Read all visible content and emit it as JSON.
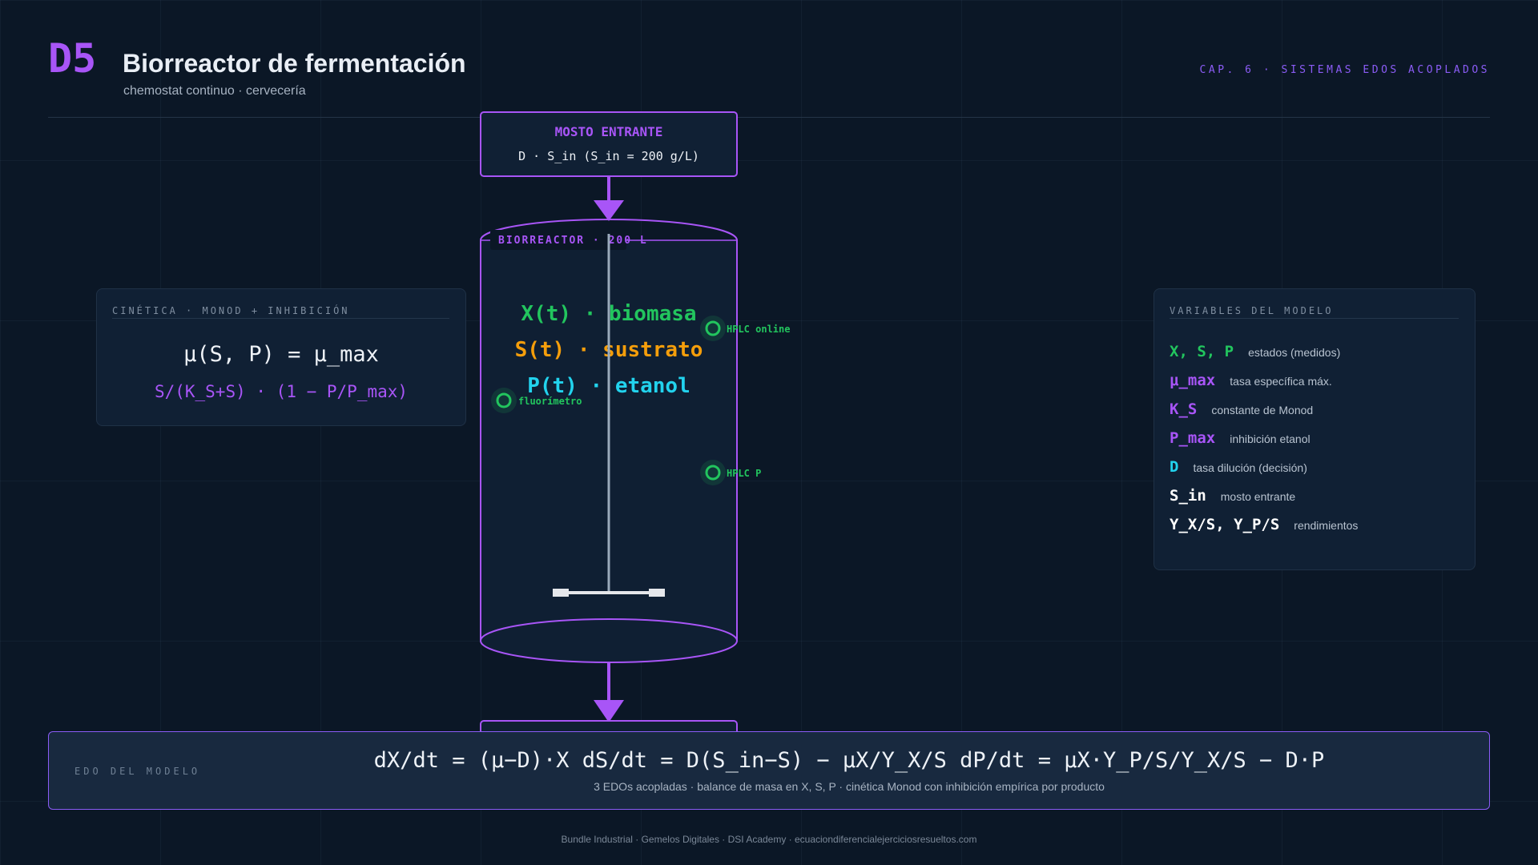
{
  "header": {
    "code": "D5",
    "title": "Biorreactor de fermentación",
    "subtitle": "chemostat continuo · cervecería",
    "chapter": "CAP. 6 · SISTEMAS EDOS ACOPLADOS"
  },
  "kinetics": {
    "label": "CINÉTICA · MONOD + INHIBICIÓN",
    "formula_line1": "μ(S, P) = μ_max",
    "formula_line2": "S/(K_S+S) · (1 − P/P_max)"
  },
  "inflow": {
    "title": "MOSTO ENTRANTE",
    "detail": "D · S_in (S_in = 200 g/L)"
  },
  "reactor": {
    "label": "BIORREACTOR · 200 L",
    "states": [
      {
        "text": "X(t) · biomasa",
        "color": "#22c55e"
      },
      {
        "text": "S(t) · sustrato",
        "color": "#f59e0b"
      },
      {
        "text": "P(t) · etanol",
        "color": "#22d3ee"
      }
    ],
    "sensors": [
      {
        "label": "HPLC online"
      },
      {
        "label": "fluorímetro"
      },
      {
        "label": "HPLC P"
      }
    ]
  },
  "variables": {
    "label": "VARIABLES DEL MODELO",
    "items": [
      {
        "symbol": "X, S, P",
        "desc": "estados (medidos)",
        "color": "#22c55e"
      },
      {
        "symbol": "μ_max",
        "desc": "tasa específica máx.",
        "color": "#a855f7"
      },
      {
        "symbol": "K_S",
        "desc": "constante de Monod",
        "color": "#a855f7"
      },
      {
        "symbol": "P_max",
        "desc": "inhibición etanol",
        "color": "#a855f7"
      },
      {
        "symbol": "D",
        "desc": "tasa dilución (decisión)",
        "color": "#22d3ee"
      },
      {
        "symbol": "S_in",
        "desc": "mosto entrante",
        "color": "#ffffff"
      },
      {
        "symbol": "Y_X/S, Y_P/S",
        "desc": "rendimientos",
        "color": "#ffffff"
      }
    ]
  },
  "equation": {
    "label": "EDO DEL MODELO",
    "main": "dX/dt = (μ−D)·X dS/dt = D(S_in−S) − μX/Y_X/S dP/dt = μX·Y_P/S/Y_X/S − D·P",
    "sub": "3 EDOs acopladas · balance de masa en X, S, P · cinética Monod con inhibición empírica por producto"
  },
  "footer": "Bundle Industrial · Gemelos Digitales · DSI Academy · ecuaciondiferencialejerciciosresueltos.com",
  "colors": {
    "accent": "#a855f7",
    "sensor": "#22c55e",
    "background": "#0b1726"
  }
}
